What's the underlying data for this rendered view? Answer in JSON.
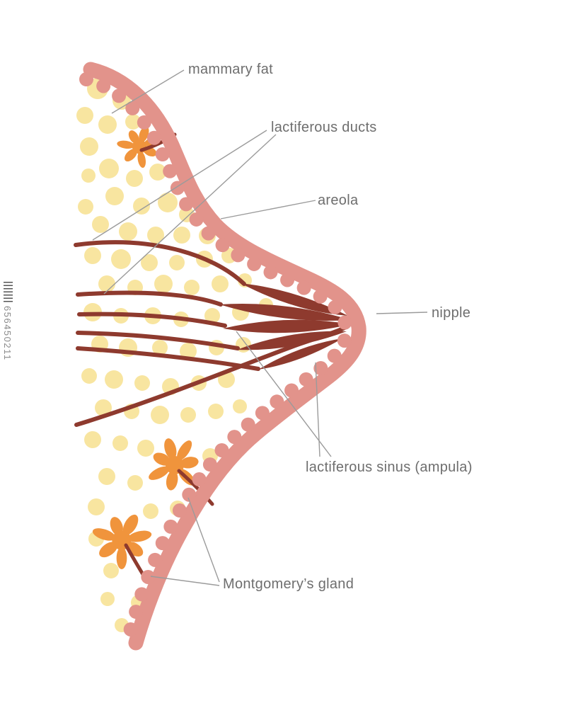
{
  "figure": {
    "labels": {
      "mammary_fat": "mammary fat",
      "lactiferous_ducts": "lactiferous ducts",
      "areola": "areola",
      "nipple": "nipple",
      "lactiferous_sinus": "lactiferous sinus (ampula)",
      "montgomery_gland": "Montgomery’s gland"
    },
    "colors": {
      "skin": "#e2938b",
      "fat_lobule": "#f8e5a0",
      "duct": "#8e3a2e",
      "gland": "#f0943c",
      "leader_line": "#9b9b9b",
      "label_text": "#6e6e6e"
    }
  },
  "watermark": {
    "number": "656450211"
  }
}
